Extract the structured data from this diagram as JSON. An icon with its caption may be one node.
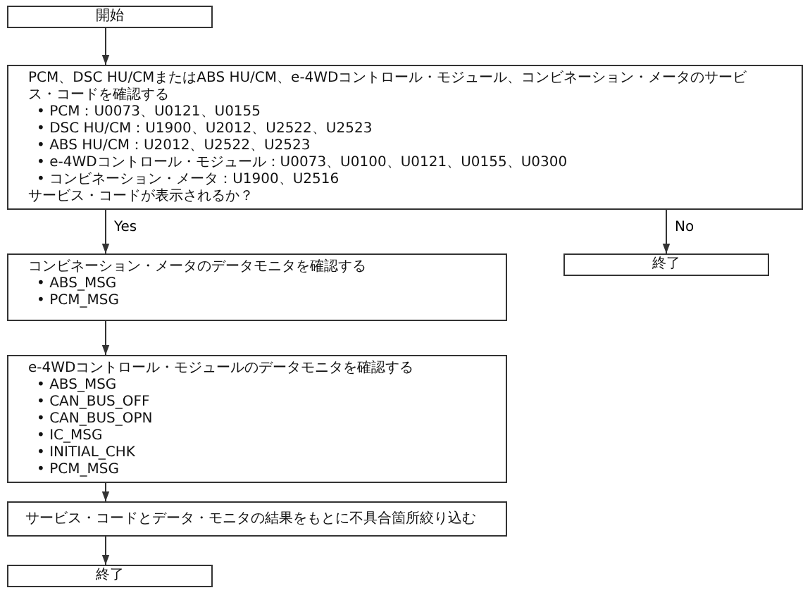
{
  "diagram": {
    "nodes": [
      {
        "text": [
          "開始"
        ]
      },
      {
        "text": [
          "PCM、DSC HU/CMまたはABS HU/CM、e-4WDコントロール・モジュール、コンビネーション・メータのサービス・コードを確認する",
          "• PCM：U0073、U0121、U0155",
          "• DSC HU/CM：U1900、U2012、U2522、U2523",
          "• ABS HU/CM：U2012、U2522、U2523",
          "• e-4WDコントロール・モジュール：U0073、U0100、U0121、U0155、U0300",
          "• コンビネーション・メータ：U1900、U2516",
          "サービス・コードが表示されるか？"
        ]
      },
      {
        "text": [
          "コンビネーション・メータのデータモニタを確認する",
          "• ABS_MSG",
          "• PCM_MSG"
        ]
      },
      {
        "text": [
          "終了"
        ]
      },
      {
        "text": [
          "e-4WDコントロール・モジュールのデータモニタを確認する",
          "• ABS_MSG",
          "• CAN_BUS_OFF",
          "• CAN_BUS_OPN",
          "• IC_MSG",
          "• INITIAL_CHK",
          "• PCM_MSG"
        ]
      },
      {
        "text": [
          "サービス・コードとデータ・モニタの結果をもとに不具合箇所絞り込む"
        ]
      },
      {
        "text": [
          "終了"
        ]
      }
    ],
    "edges": [
      {
        "from": 0,
        "to": 1,
        "arrow": "to"
      },
      {
        "from": 1,
        "to": 2,
        "arrow": "to",
        "label": "Yes"
      },
      {
        "from": 1,
        "to": 3,
        "arrow": "to",
        "label": "No"
      },
      {
        "from": 2,
        "to": 4,
        "arrow": "to"
      },
      {
        "from": 4,
        "to": 5,
        "arrow": "to"
      },
      {
        "from": 5,
        "to": 6,
        "arrow": "to"
      }
    ]
  }
}
